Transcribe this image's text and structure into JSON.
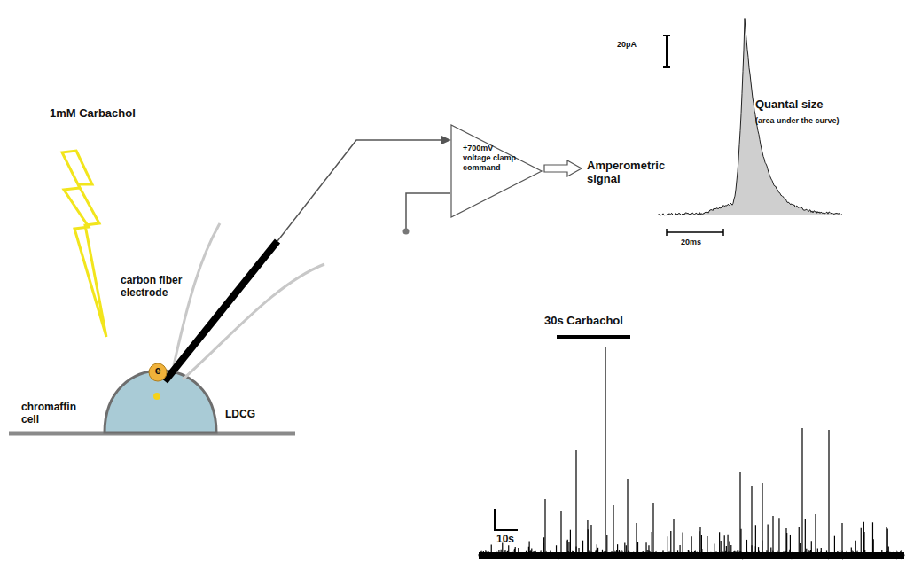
{
  "diagram": {
    "nodes": [
      {
        "text": [
          "+700mV voltage clamp command"
        ]
      },
      {
        "text": [
          "e"
        ]
      }
    ],
    "labels": [
      "1mM Carbachol",
      "carbon fiber electrode",
      "chromaffin cell",
      "LDCG",
      "Amperometric signal",
      "20pA",
      "Quantal size",
      "(area under the curve)",
      "20ms",
      "30s Carbachol",
      "10s"
    ]
  }
}
